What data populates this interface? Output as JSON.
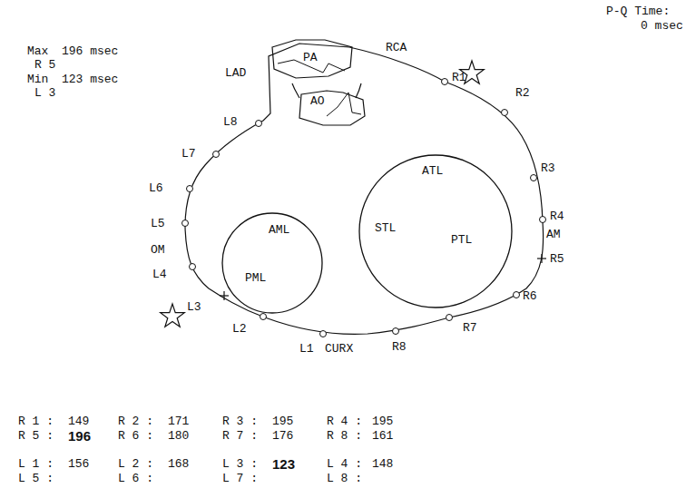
{
  "diagram": {
    "nodes": [
      {
        "text": [
          "PA"
        ]
      },
      {
        "text": [
          "AO"
        ]
      },
      {
        "text": [
          "AML",
          "PML"
        ]
      },
      {
        "text": [
          "ATL",
          "STL",
          "PTL"
        ]
      }
    ],
    "labels": [
      "P-Q Time:",
      "0 msec",
      "Max",
      "196 msec",
      "R 5",
      "Min",
      "123 msec",
      "L 3",
      "LAD",
      "RCA",
      "R1",
      "R2",
      "R3",
      "R4",
      "AM",
      "R5",
      "R6",
      "R7",
      "R8",
      "L1",
      "CURX",
      "L2",
      "L3",
      "L4",
      "OM",
      "L5",
      "L6",
      "L7",
      "L8",
      "R 1 :",
      "149",
      "R 2 :",
      "171",
      "R 3 :",
      "195",
      "R 4 :",
      "195",
      "R 5 :",
      "196",
      "R 6 :",
      "180",
      "R 7 :",
      "176",
      "R 8 :",
      "161",
      "L 1 :",
      "156",
      "L 2 :",
      "168",
      "L 3 :",
      "123",
      "L 4 :",
      "148",
      "L 5 :",
      "L 6 :",
      "L 7 :",
      "L 8 :"
    ]
  }
}
